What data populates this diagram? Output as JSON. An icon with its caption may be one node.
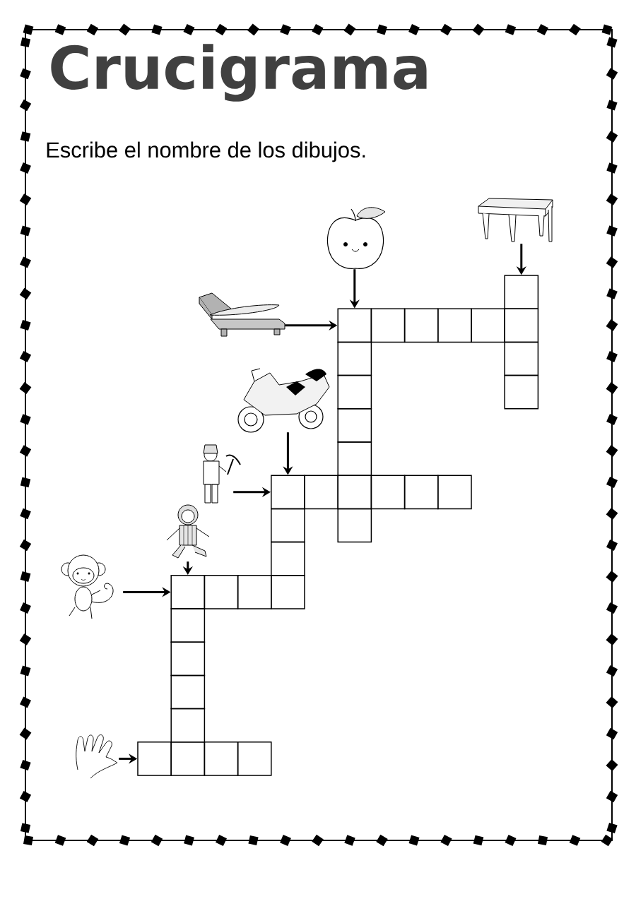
{
  "diagram": {
    "title": "Crucigrama",
    "nodes": [
      {
        "text": [],
        "shape": "picture"
      },
      {
        "text": [],
        "shape": "picture"
      },
      {
        "text": [],
        "shape": "picture"
      },
      {
        "text": [],
        "shape": "picture"
      },
      {
        "text": [],
        "shape": "picture"
      },
      {
        "text": [],
        "shape": "picture"
      },
      {
        "text": [],
        "shape": "picture"
      },
      {
        "text": [],
        "shape": "picture"
      },
      {
        "text": [],
        "shape": "box"
      },
      {
        "text": [],
        "shape": "box"
      },
      {
        "text": [],
        "shape": "box"
      },
      {
        "text": [],
        "shape": "box"
      },
      {
        "text": [],
        "shape": "box"
      },
      {
        "text": [],
        "shape": "box"
      },
      {
        "text": [],
        "shape": "box"
      },
      {
        "text": [],
        "shape": "box"
      },
      {
        "text": [],
        "shape": "box"
      },
      {
        "text": [],
        "shape": "box"
      },
      {
        "text": [],
        "shape": "box"
      },
      {
        "text": [],
        "shape": "box"
      },
      {
        "text": [],
        "shape": "box"
      },
      {
        "text": [],
        "shape": "box"
      },
      {
        "text": [],
        "shape": "box"
      },
      {
        "text": [],
        "shape": "box"
      },
      {
        "text": [],
        "shape": "box"
      },
      {
        "text": [],
        "shape": "box"
      },
      {
        "text": [],
        "shape": "box"
      },
      {
        "text": [],
        "shape": "box"
      },
      {
        "text": [],
        "shape": "box"
      },
      {
        "text": [],
        "shape": "box"
      },
      {
        "text": [],
        "shape": "box"
      },
      {
        "text": [],
        "shape": "box"
      },
      {
        "text": [],
        "shape": "box"
      },
      {
        "text": [],
        "shape": "box"
      },
      {
        "text": [],
        "shape": "box"
      },
      {
        "text": [],
        "shape": "box"
      },
      {
        "text": [],
        "shape": "box"
      },
      {
        "text": [],
        "shape": "box"
      },
      {
        "text": [],
        "shape": "box"
      },
      {
        "text": [],
        "shape": "box"
      },
      {
        "text": [],
        "shape": "box"
      },
      {
        "text": [],
        "shape": "box"
      }
    ],
    "edges": [
      {
        "from": 0,
        "to": 9,
        "arrow": "to"
      },
      {
        "from": 1,
        "to": 8,
        "arrow": "to"
      },
      {
        "from": 2,
        "to": 9,
        "arrow": "to"
      },
      {
        "from": 3,
        "to": 21,
        "arrow": "to"
      },
      {
        "from": 4,
        "to": 21,
        "arrow": "to"
      },
      {
        "from": 5,
        "to": 30,
        "arrow": "to"
      },
      {
        "from": 6,
        "to": 30,
        "arrow": "to"
      },
      {
        "from": 7,
        "to": 38,
        "arrow": "to"
      }
    ],
    "labels": [
      "Escribe el nombre de los dibujos."
    ]
  }
}
